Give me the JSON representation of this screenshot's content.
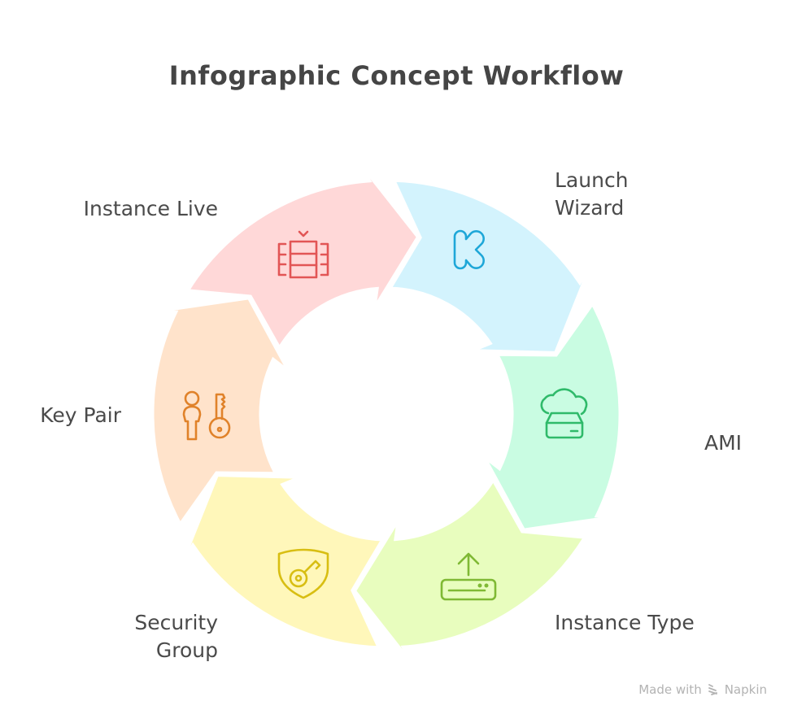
{
  "title": "Infographic Concept Workflow",
  "steps": [
    {
      "label": "Launch Wizard",
      "lines": [
        "Launch",
        "Wizard"
      ],
      "icon": "kickstarter-k-icon",
      "fill": "#d3f3fd",
      "stroke": "#1ea7d8"
    },
    {
      "label": "AMI",
      "lines": [
        "AMI"
      ],
      "icon": "cloud-server-icon",
      "fill": "#c9fce2",
      "stroke": "#2fba6a"
    },
    {
      "label": "Instance Type",
      "lines": [
        "Instance Type"
      ],
      "icon": "upload-server-icon",
      "fill": "#e8fdbe",
      "stroke": "#7fb934"
    },
    {
      "label": "Security Group",
      "lines": [
        "Security",
        "Group"
      ],
      "icon": "shield-key-icon",
      "fill": "#fff7ba",
      "stroke": "#d8be12"
    },
    {
      "label": "Key Pair",
      "lines": [
        "Key Pair"
      ],
      "icon": "user-key-icon",
      "fill": "#ffe3cb",
      "stroke": "#e0822a"
    },
    {
      "label": "Instance Live",
      "lines": [
        "Instance Live"
      ],
      "icon": "server-check-icon",
      "fill": "#ffd8d8",
      "stroke": "#e25555"
    }
  ],
  "footer": {
    "made_with": "Made with",
    "brand": "Napkin"
  }
}
